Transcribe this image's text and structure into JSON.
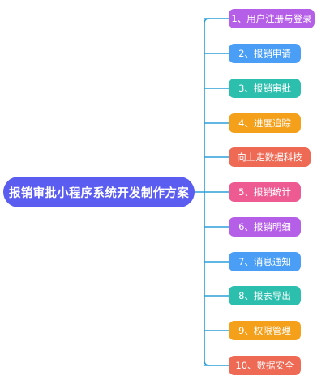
{
  "root": {
    "title": "报销审批小程序系统开发制作方案",
    "color": "#5b5cf0"
  },
  "connector_color": "#2a9fd8",
  "branches": [
    {
      "label": "1、用户注册与登录",
      "color": "#b55ee8"
    },
    {
      "label": "2、报销申请",
      "color": "#4a9ef5"
    },
    {
      "label": "3、报销审批",
      "color": "#2dbfae"
    },
    {
      "label": "4、进度追踪",
      "color": "#f5a01a"
    },
    {
      "label": "向上走数据科技",
      "color": "#ee6a55"
    },
    {
      "label": "5、报销统计",
      "color": "#ee5a92"
    },
    {
      "label": "6、报销明细",
      "color": "#b55ee8"
    },
    {
      "label": "7、消息通知",
      "color": "#4a9ef5"
    },
    {
      "label": "8、报表导出",
      "color": "#2dbfae"
    },
    {
      "label": "9、权限管理",
      "color": "#f5a01a"
    },
    {
      "label": "10、数据安全",
      "color": "#ee6a55"
    }
  ]
}
